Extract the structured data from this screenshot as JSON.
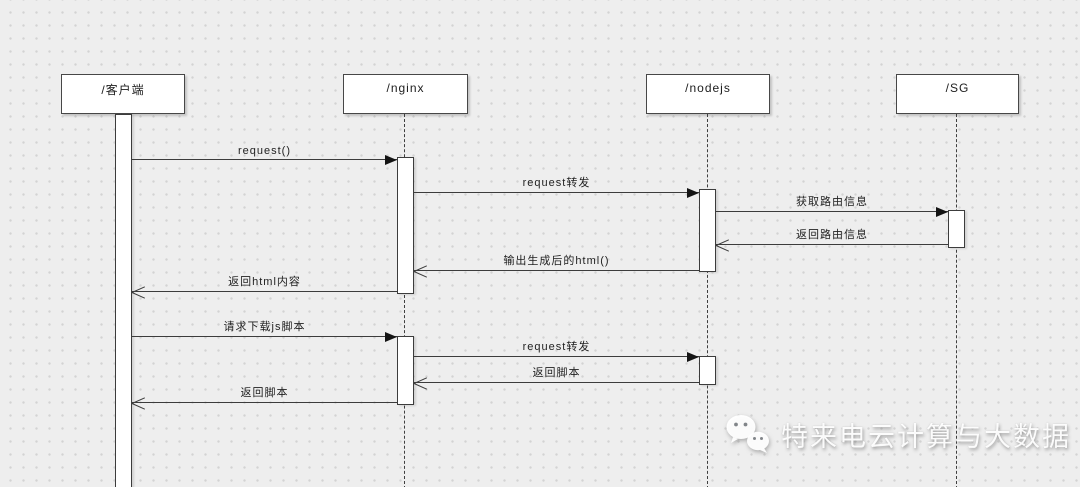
{
  "diagram": {
    "type": "uml-sequence-diagram",
    "participants": [
      {
        "id": "client",
        "label": "/客户端"
      },
      {
        "id": "nginx",
        "label": "/nginx"
      },
      {
        "id": "nodejs",
        "label": "/nodejs"
      },
      {
        "id": "sg",
        "label": "/SG"
      }
    ],
    "messages": [
      {
        "from": "client",
        "to": "nginx",
        "label": "request()",
        "kind": "call"
      },
      {
        "from": "nginx",
        "to": "nodejs",
        "label": "request转发",
        "kind": "call"
      },
      {
        "from": "nodejs",
        "to": "sg",
        "label": "获取路由信息",
        "kind": "call"
      },
      {
        "from": "sg",
        "to": "nodejs",
        "label": "返回路由信息",
        "kind": "return"
      },
      {
        "from": "nodejs",
        "to": "nginx",
        "label": "输出生成后的html()",
        "kind": "return"
      },
      {
        "from": "nginx",
        "to": "client",
        "label": "返回html内容",
        "kind": "return"
      },
      {
        "from": "client",
        "to": "nginx",
        "label": "请求下载js脚本",
        "kind": "call"
      },
      {
        "from": "nginx",
        "to": "nodejs",
        "label": "request转发",
        "kind": "call"
      },
      {
        "from": "nodejs",
        "to": "nginx",
        "label": "返回脚本",
        "kind": "return"
      },
      {
        "from": "nginx",
        "to": "client",
        "label": "返回脚本",
        "kind": "return"
      }
    ]
  },
  "watermark": {
    "icon": "wechat-icon",
    "text": "特来电云计算与大数据"
  },
  "colors": {
    "canvas": "#eeeeee",
    "grid_dot": "#d3d3d3",
    "line": "#3c3c3c",
    "box_fill": "#ffffff",
    "box_border": "#474747",
    "watermark_text": "#ffffff"
  }
}
